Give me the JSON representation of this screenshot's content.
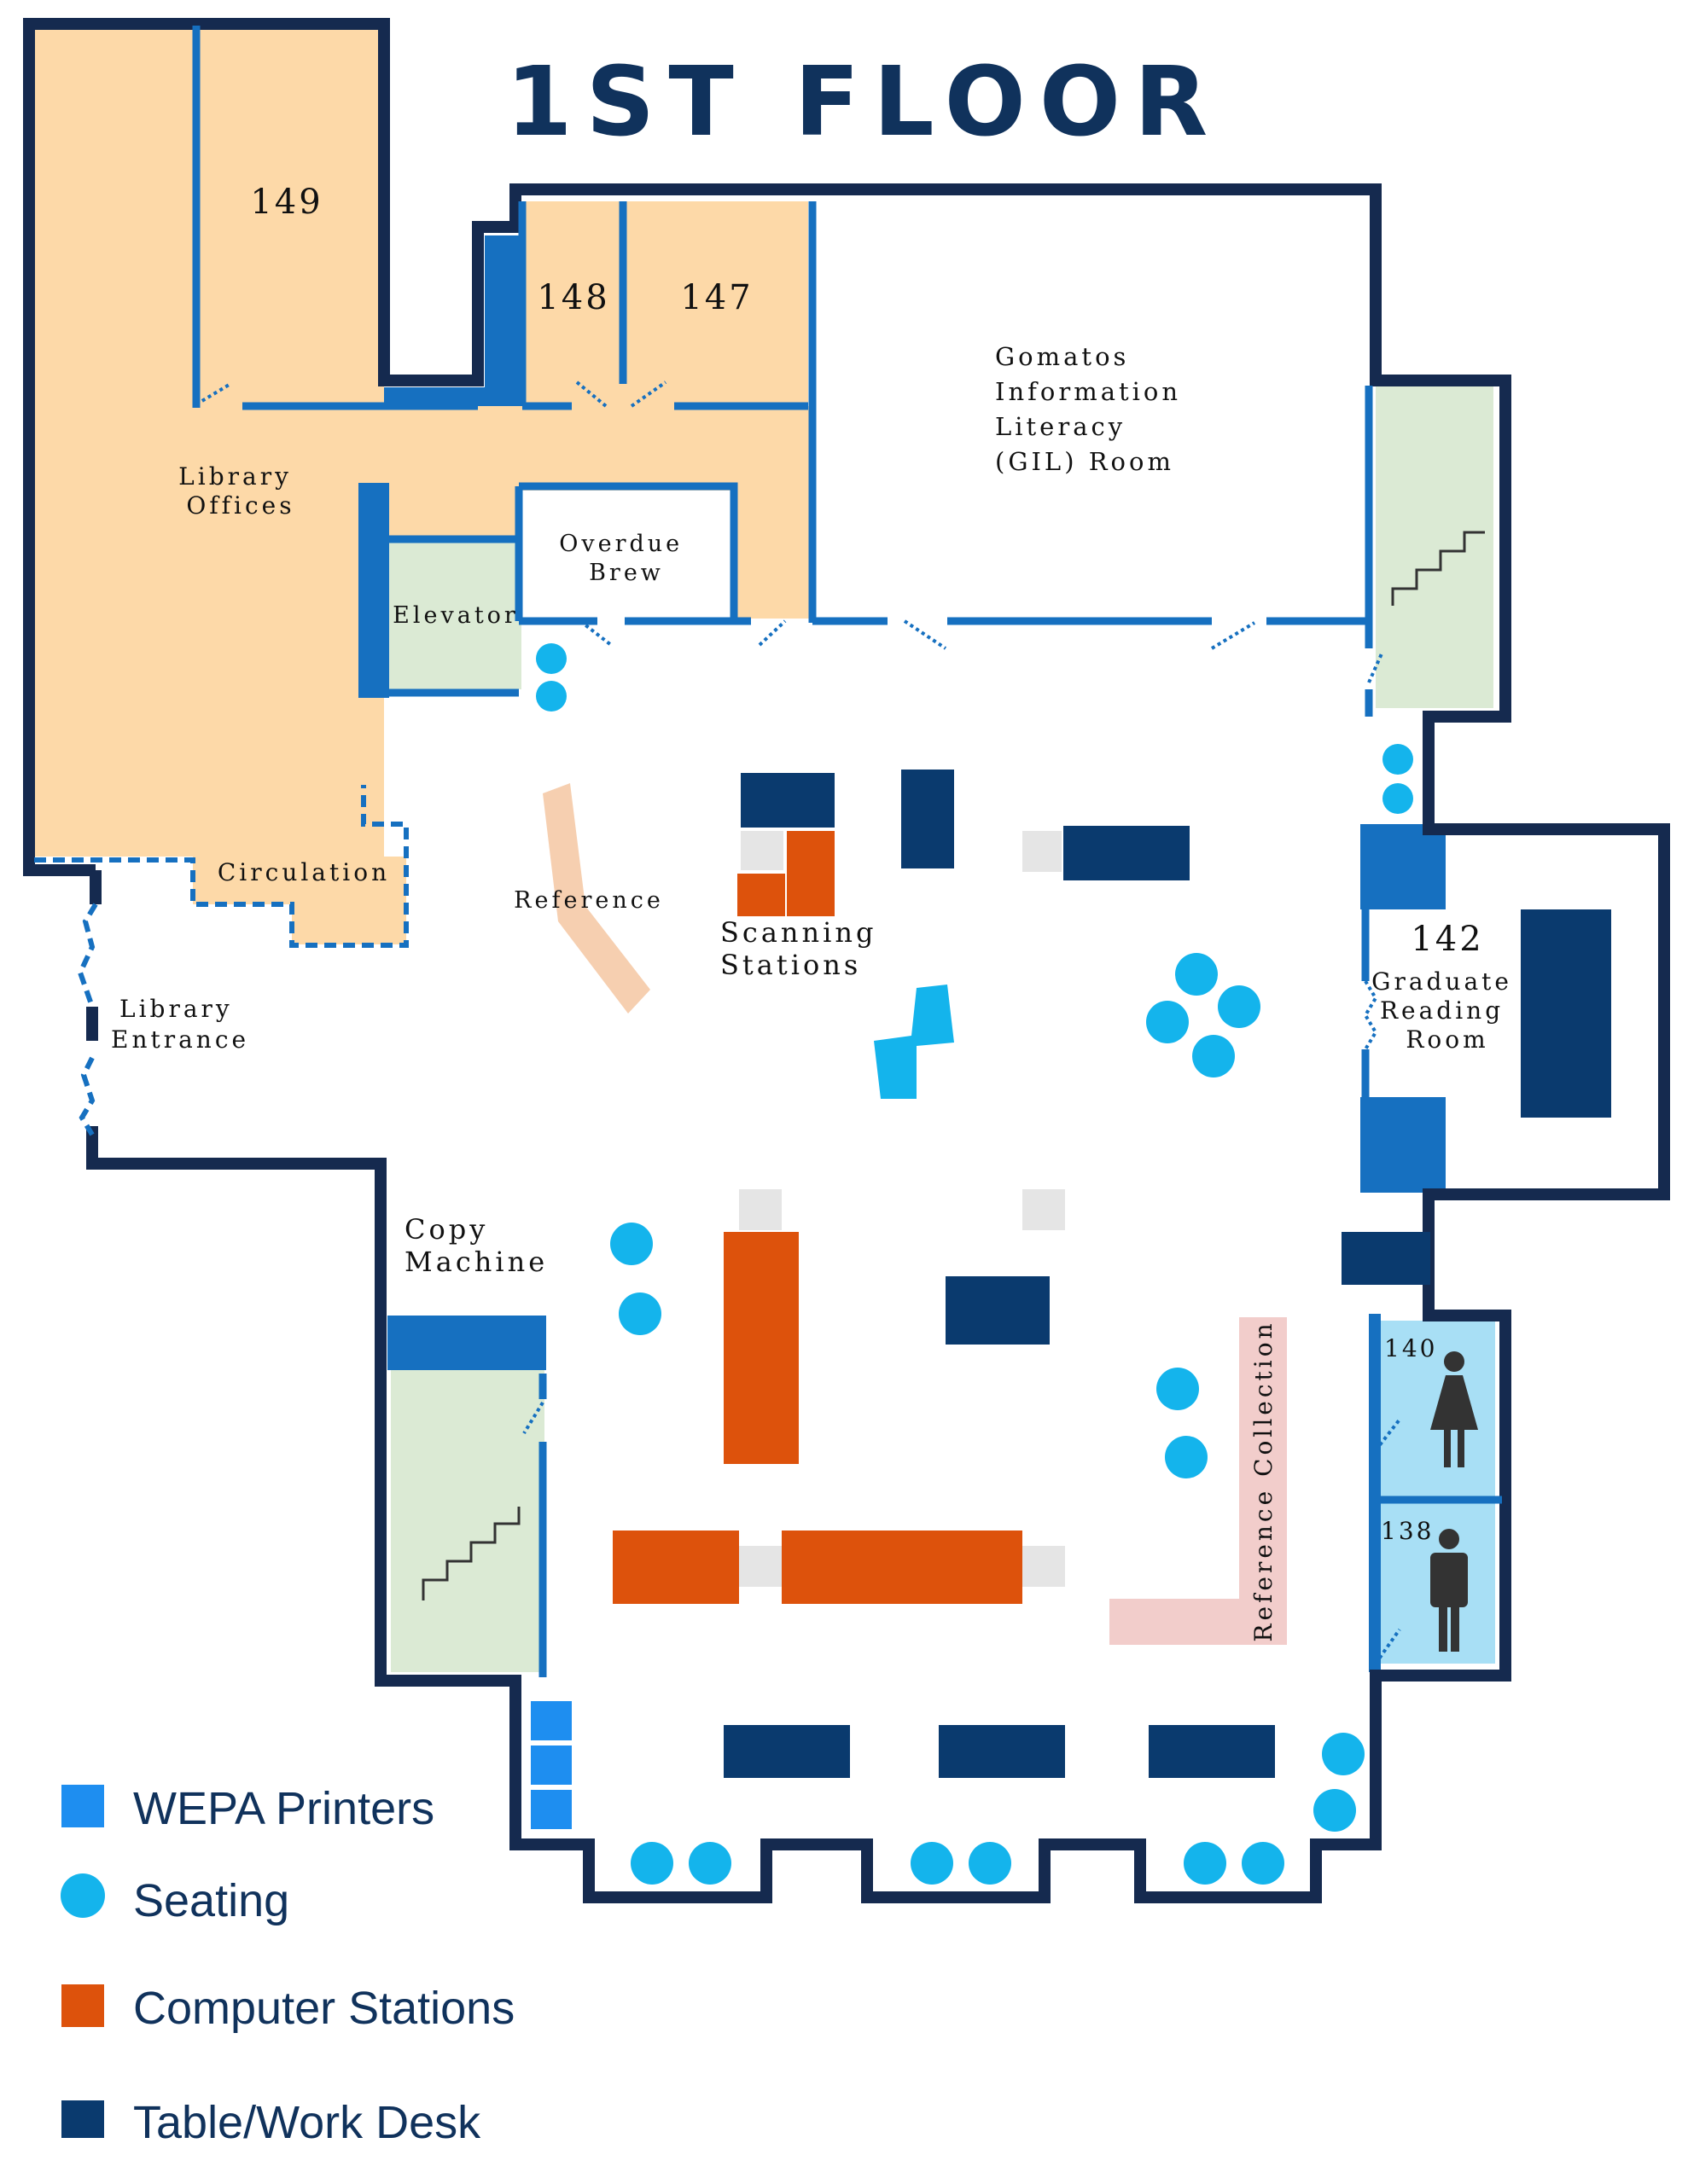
{
  "title": "1ST FLOOR",
  "colors": {
    "wall": "#152a4f",
    "interior_wall": "#1670c0",
    "offices": "#fdd9a8",
    "stairs_elevator": "#dbead4",
    "restrooms": "#a8dff5",
    "wepa_printer": "#1e8ef0",
    "seating": "#14b4ec",
    "computer_station": "#dd520c",
    "table_desk": "#0a3a6e",
    "reference": "#f6cfb0",
    "reference_collection": "#f2cdcb"
  },
  "rooms": {
    "r149": "149",
    "r148": "148",
    "r147": "147",
    "library_offices": [
      "Library",
      "Offices"
    ],
    "gil_room": [
      "Gomatos",
      "Information",
      "Literacy",
      "(GIL) Room"
    ],
    "overdue_brew": [
      "Overdue",
      "Brew"
    ],
    "elevator": "Elevator",
    "circulation": "Circulation",
    "reference": "Reference",
    "scanning_stations": [
      "Scanning",
      "Stations"
    ],
    "library_entrance": [
      "Library",
      "Entrance"
    ],
    "r142": "142",
    "graduate_reading_room": [
      "Graduate",
      "Reading",
      "Room"
    ],
    "copy_machine": [
      "Copy",
      "Machine"
    ],
    "reference_collection": "Reference Collection",
    "r140": "140",
    "r138": "138"
  },
  "legend": [
    {
      "label": "WEPA Printers",
      "icon": "square",
      "color": "#1e8ef0"
    },
    {
      "label": "Seating",
      "icon": "circle",
      "color": "#14b4ec"
    },
    {
      "label": "Computer Stations",
      "icon": "square",
      "color": "#dd520c"
    },
    {
      "label": "Table/Work Desk",
      "icon": "square",
      "color": "#0a3a6e"
    }
  ]
}
